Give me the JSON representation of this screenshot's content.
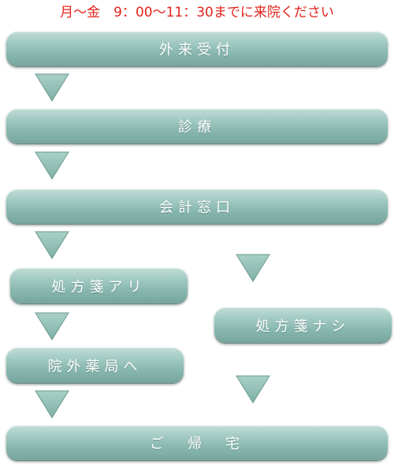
{
  "header_text": "月〜金　9：00〜11：30までに来院ください",
  "steps": {
    "reception": "外来受付",
    "examination": "診療",
    "cashier": "会計窓口",
    "prescription_yes": "処方箋アリ",
    "prescription_no": "処方箋ナシ",
    "to_pharmacy": "院外薬局へ",
    "go_home": "ご　帰　宅"
  },
  "colors": {
    "header": "#e2231a",
    "box": "#8fbdb4",
    "arrow": "#87b8ae",
    "arrow_stroke": "#6a9a90"
  }
}
